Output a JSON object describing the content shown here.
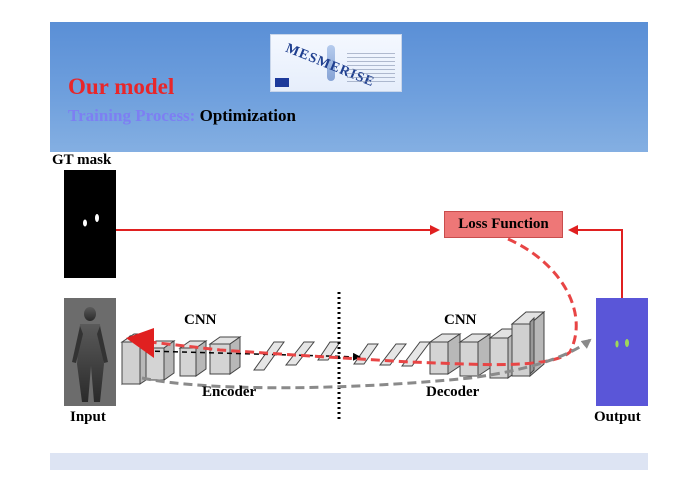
{
  "slide": {
    "title": "Our model",
    "subtitle_prefix": "Training Process:",
    "subtitle_main": "Optimization",
    "logo_text": "MESMERISE"
  },
  "diagram": {
    "gt_mask_label": "GT mask",
    "input_label": "Input",
    "output_label": "Output",
    "encoder_label": "Encoder",
    "decoder_label": "Decoder",
    "cnn_left_label": "CNN",
    "cnn_right_label": "CNN",
    "loss_label": "Loss Function"
  },
  "colors": {
    "header_blue": "#5a8fd6",
    "title_red": "#e8262a",
    "subtitle_prefix": "#7d7ff2",
    "loss_box": "#ee7777",
    "arrow_red": "#e02020",
    "arrow_gray": "#8a8a8a",
    "output_blue": "#5a56d8",
    "footer_bar": "#dde4f3"
  }
}
